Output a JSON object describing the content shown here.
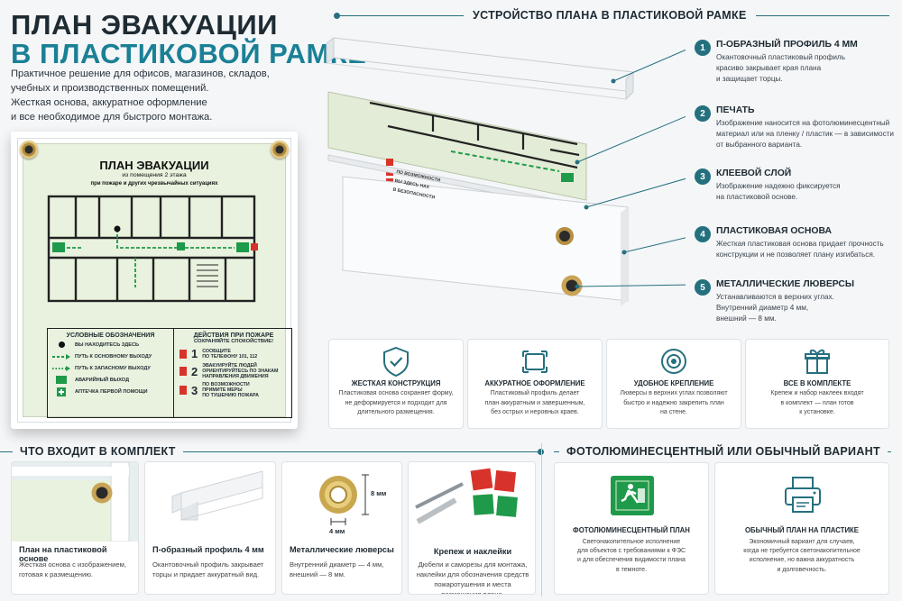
{
  "header": {
    "title_line1": "ПЛАН ЭВАКУАЦИИ",
    "title_line2": "В ПЛАСТИКОВОЙ РАМКЕ",
    "intro": [
      "Практичное решение для офисов, магазинов, складов,",
      "учебных и производственных помещений.",
      "Жесткая основа, аккуратное оформление",
      "и все необходимое для быстрого монтажа."
    ]
  },
  "plan": {
    "title": "ПЛАН ЭВАКУАЦИИ",
    "subtitle": "из помещения 2 этажа",
    "subtitle2": "при пожаре и других чрезвычайных ситуациях",
    "legend_title": "УСЛОВНЫЕ ОБОЗНАЧЕНИЯ",
    "legend": [
      "ВЫ НАХОДИТЕСЬ ЗДЕСЬ",
      "ПУТЬ К ОСНОВНОМУ ВЫХОДУ",
      "ПУТЬ К ЗАПАСНОМУ ВЫХОДУ",
      "АВАРИЙНЫЙ ВЫХОД",
      "АПТЕЧКА ПЕРВОЙ ПОМОЩИ"
    ],
    "actions_title": "ДЕЙСТВИЯ ПРИ ПОЖАРЕ",
    "actions_subtitle": "СОХРАНЯЙТЕ СПОКОЙСТВИЕ!",
    "actions": [
      {
        "n": "1",
        "l1": "СООБЩИТЕ",
        "l2": "ПО ТЕЛЕФОНУ 101, 112"
      },
      {
        "n": "2",
        "l1": "ЭВАКУИРУЙТЕ ЛЮДЕЙ",
        "l2": "ОРИЕНТИРУЙТЕСЬ ПО ЗНАКАМ",
        "l3": "НАПРАВЛЕНИЯ ДВИЖЕНИЯ"
      },
      {
        "n": "3",
        "l1": "ПО ВОЗМОЖНОСТИ",
        "l2": "ПРИМИТЕ МЕРЫ",
        "l3": "ПО ТУШЕНИЮ ПОЖАРА"
      }
    ]
  },
  "structure": {
    "heading": "УСТРОЙСТВО ПЛАНА В ПЛАСТИКОВОЙ РАМКЕ",
    "layers": [
      {
        "n": "1",
        "title": "П-ОБРАЗНЫЙ ПРОФИЛЬ 4 ММ",
        "desc": [
          "Окантовочный пластиковый профиль",
          "красиво закрывает края плана",
          "и защищает торцы."
        ]
      },
      {
        "n": "2",
        "title": "ПЕЧАТЬ",
        "desc": [
          "Изображение наносится на фотолюминесцентный",
          "материал или на пленку / пластик — в зависимости",
          "от выбранного варианта."
        ]
      },
      {
        "n": "3",
        "title": "КЛЕЕВОЙ СЛОЙ",
        "desc": [
          "Изображение надежно фиксируется",
          "на пластиковой основе."
        ]
      },
      {
        "n": "4",
        "title": "ПЛАСТИКОВАЯ ОСНОВА",
        "desc": [
          "Жесткая пластиковая основа придает прочность",
          "конструкции и не позволяет плану изгибаться."
        ]
      },
      {
        "n": "5",
        "title": "МЕТАЛЛИЧЕСКИЕ ЛЮВЕРСЫ",
        "desc": [
          "Устанавливаются в верхних углах.",
          "Внутренний диаметр 4 мм,",
          "внешний — 8 мм."
        ]
      }
    ],
    "layer_print": {
      "legend": [
        "ПО ВОЗМОЖНОСТИ",
        "ВЫ ЗДЕСЬ НАХ",
        "В БЕЗОПАСНОСТИ"
      ]
    }
  },
  "features": [
    {
      "icon": "shield-check-icon",
      "title": "ЖЕСТКАЯ КОНСТРУКЦИЯ",
      "desc": [
        "Пластиковая основа сохраняет форму,",
        "не деформируется и подходит для",
        "длительного размещения."
      ]
    },
    {
      "icon": "frame-icon",
      "title": "АККУРАТНОЕ ОФОРМЛЕНИЕ",
      "desc": [
        "Пластиковый профиль делает",
        "план аккуратным и завершенным,",
        "без острых и неровных краев."
      ]
    },
    {
      "icon": "grommet-icon",
      "title": "УДОБНОЕ КРЕПЛЕНИЕ",
      "desc": [
        "Люверсы в верхних углах позволяют",
        "быстро и надежно закрепить план",
        "на стене."
      ]
    },
    {
      "icon": "gift-icon",
      "title": "ВСЕ В КОМПЛЕКТЕ",
      "desc": [
        "Крепеж и набор наклеек входят",
        "в комплект — план готов",
        "к установке."
      ]
    }
  ],
  "kit": {
    "heading": "ЧТО ВХОДИТ В КОМПЛЕКТ",
    "items": [
      {
        "title": "План на пластиковой основе",
        "desc": [
          "Жесткая основа с изображением,",
          "готовая к размещению."
        ]
      },
      {
        "title": "П-образный профиль 4 мм",
        "desc": [
          "Окантовочный профиль закрывает",
          "торцы и придает аккуратный вид."
        ]
      },
      {
        "title": "Металлические люверсы",
        "desc": [
          "Внутренний диаметр — 4 мм,",
          "внешний — 8 мм."
        ],
        "dim_h": "8 мм",
        "dim_w": "4 мм"
      },
      {
        "title": "Крепеж и наклейки",
        "desc": [
          "Дюбели и саморезы для монтажа,",
          "наклейки для обозначения средств",
          "пожаротушения и места размещения плана."
        ]
      }
    ]
  },
  "variants": {
    "heading": "ФОТОЛЮМИНЕСЦЕНТНЫЙ ИЛИ ОБЫЧНЫЙ ВАРИАНТ",
    "items": [
      {
        "icon": "exit-sign-icon",
        "title": "ФОТОЛЮМИНЕСЦЕНТНЫЙ ПЛАН",
        "desc": [
          "Светонакопительное исполнение",
          "для объектов с требованиями к ФЭС",
          "и для обеспечения видимости плана",
          "в темноте."
        ]
      },
      {
        "icon": "printer-icon",
        "title": "ОБЫЧНЫЙ ПЛАН НА ПЛАСТИКЕ",
        "desc": [
          "Экономичный вариант для случаев,",
          "когда не требуется светонакопительное",
          "исполнение, но важна аккуратность",
          "и долговечность."
        ]
      }
    ]
  },
  "colors": {
    "accent": "#1a8096",
    "dark": "#1e2a32",
    "glow": "#e9f2de",
    "exit_green": "#1f9a4a",
    "red": "#d8332a"
  }
}
